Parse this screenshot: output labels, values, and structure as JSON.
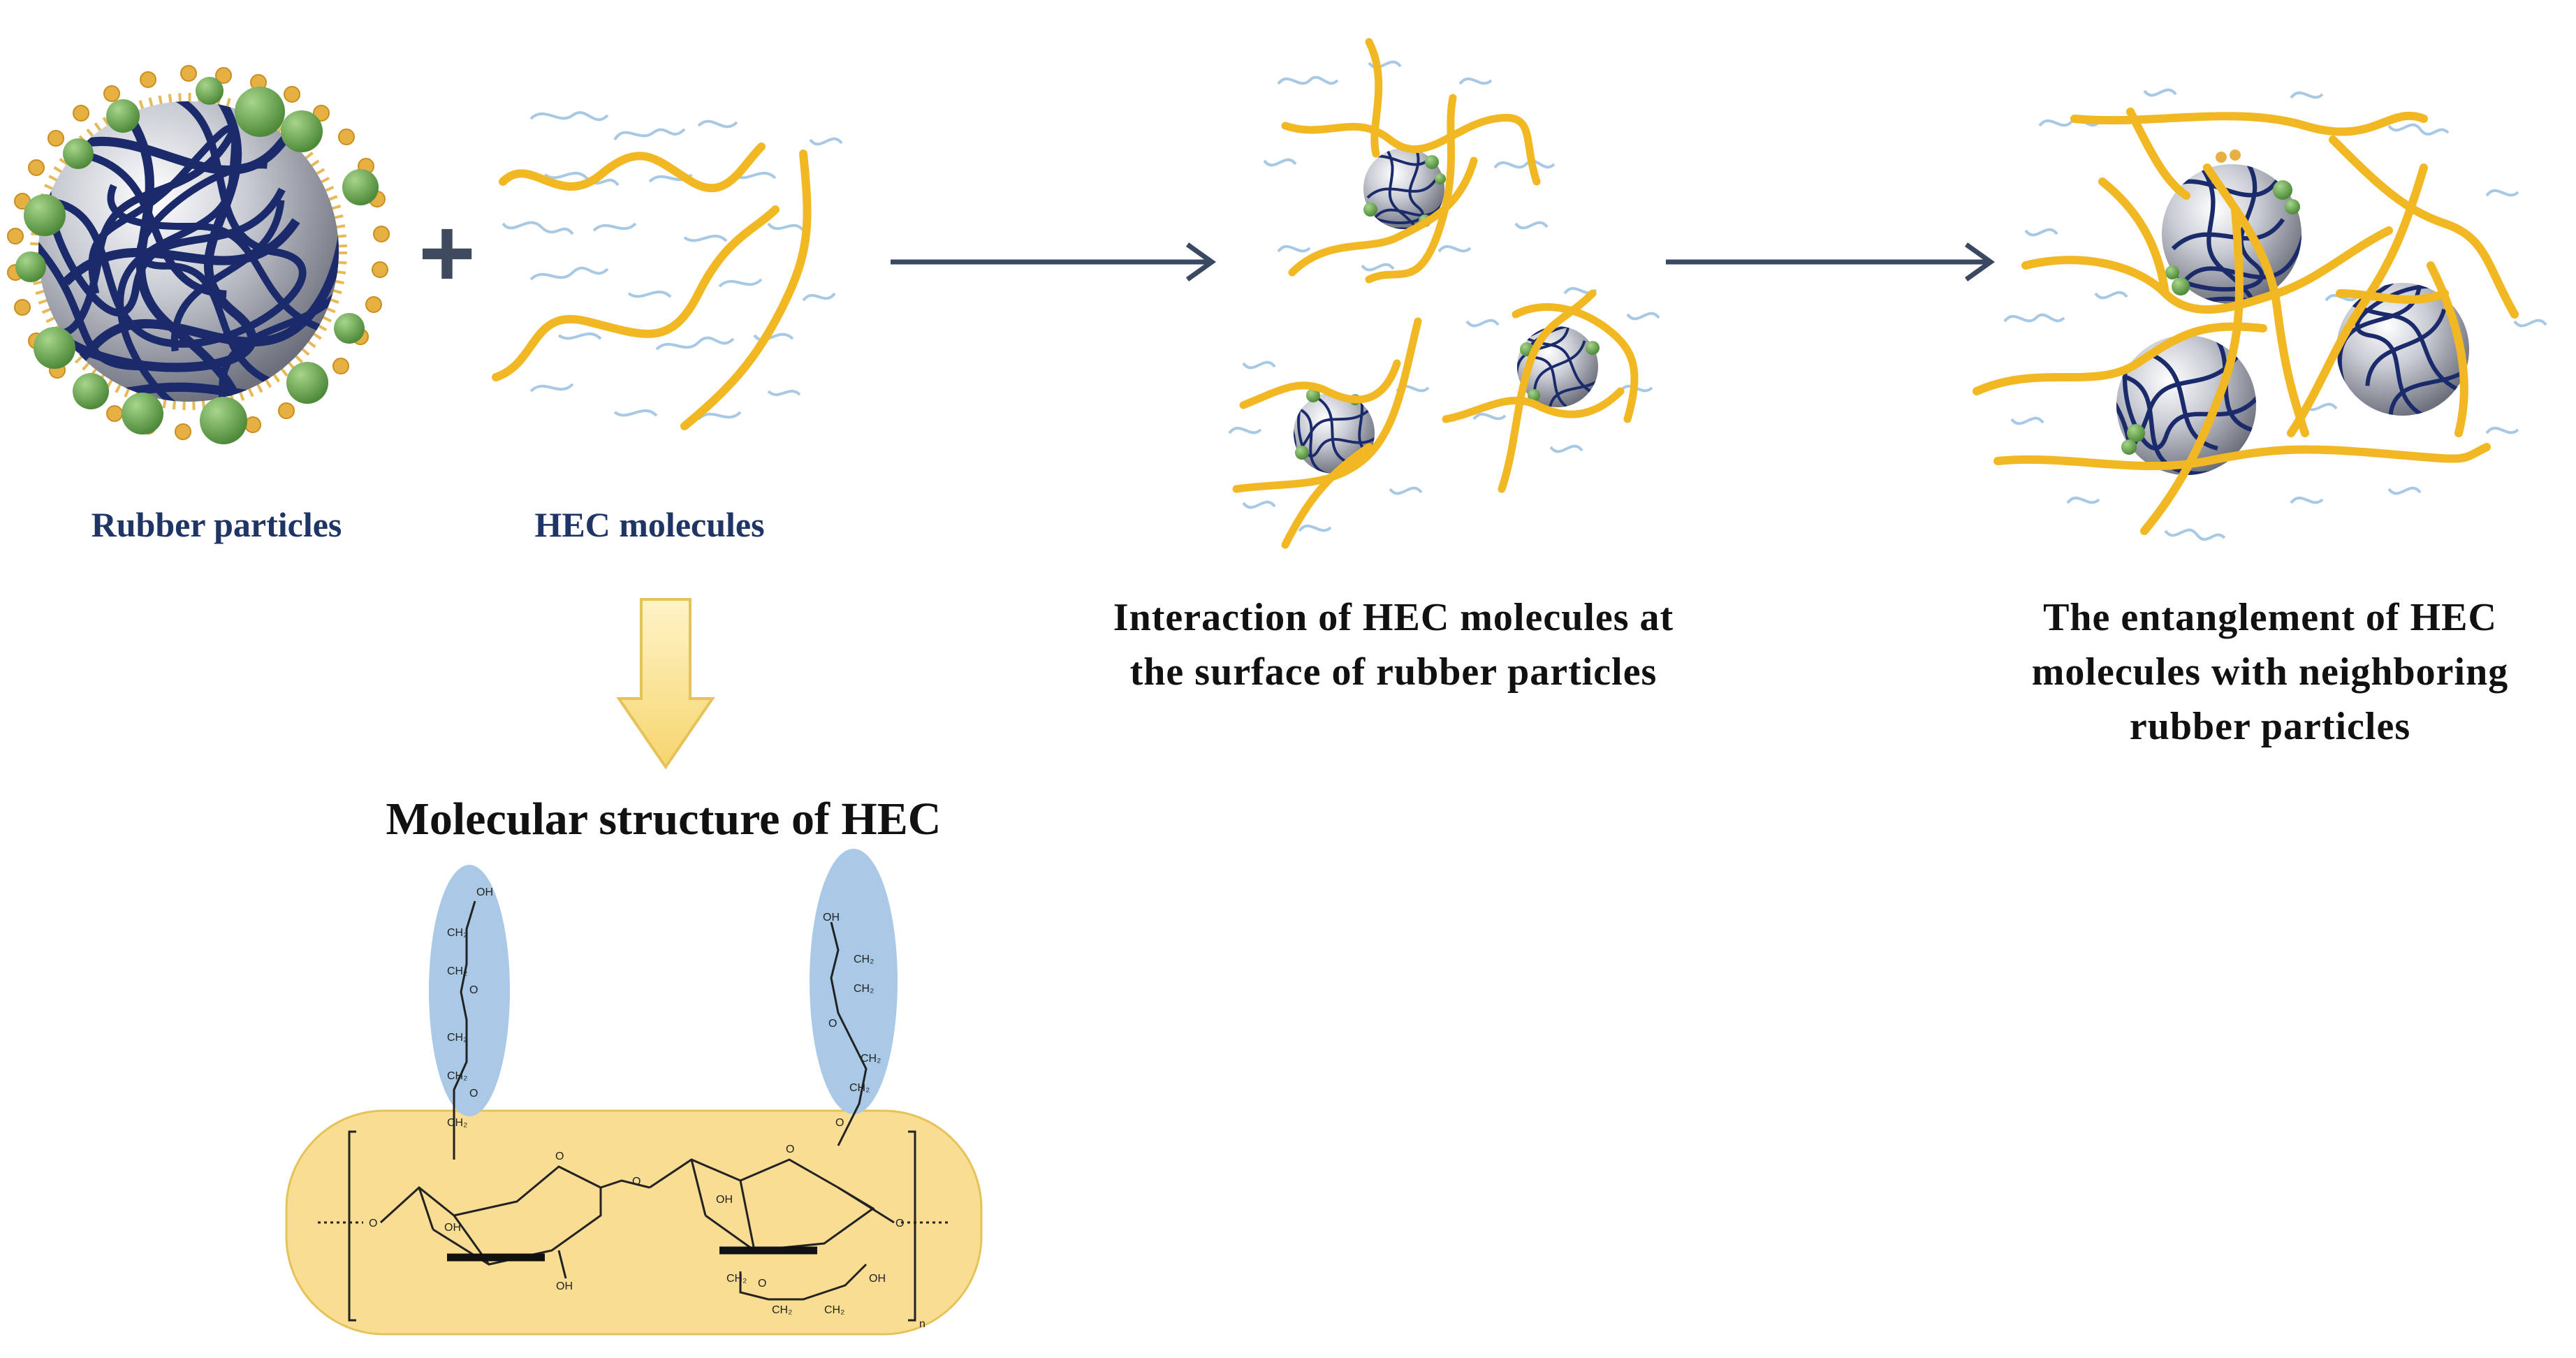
{
  "labels": {
    "rubber_particles": "Rubber particles",
    "hec_molecules": "HEC molecules",
    "interaction_line1": "Interaction  of HEC molecules at",
    "interaction_line2": "the surface of rubber  particles",
    "entanglement_line1": "The  entanglement  of HEC",
    "entanglement_line2": "molecules with neighboring",
    "entanglement_line3": "rubber  particles",
    "molecular_title": "Molecular structure of HEC"
  },
  "symbols": {
    "plus": "+"
  },
  "structure_text": {
    "oh": "OH",
    "ch2": "CH₂",
    "o": "O",
    "n": "n"
  },
  "colors": {
    "hec_chain": "#f2b824",
    "water_strand": "#9ec3e2",
    "rubber_network": "#1b2a6b",
    "protein_sphere": "#6aa84f",
    "lipid": "#e0a830",
    "arrow": "#3a4862",
    "text_blue": "#1f3566",
    "highlight_blue": "#a9c9e6",
    "highlight_yellow": "#f8dd93",
    "down_arrow": "#fbe49a"
  }
}
